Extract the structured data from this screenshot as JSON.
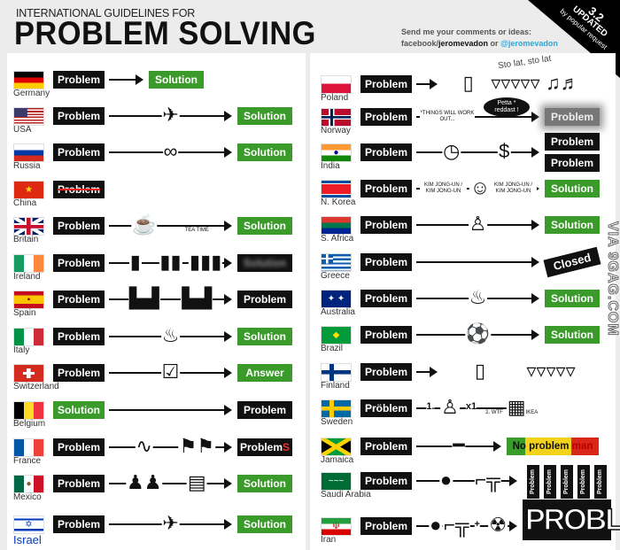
{
  "header": {
    "subtitle": "INTERNATIONAL GUIDELINES FOR",
    "title": "PROBLEM SOLVING",
    "contact_line1": "Send me your comments or ideas:",
    "contact_facebook_prefix": "facebook/",
    "contact_facebook_handle": "jeromevadon",
    "contact_or": " or ",
    "contact_twitter": "@jeromevadon",
    "version": "3.2",
    "updated": "UPDATED",
    "by_request": "by popular request"
  },
  "watermark": "VIA 9GAG.COM",
  "colors": {
    "solution_green": "#3a9a2a",
    "problem_black": "#111111",
    "twitter_blue": "#2aa7d6"
  },
  "left_rows": [
    {
      "country": "Germany",
      "flag": "germany",
      "input": {
        "label": "Problem",
        "style": "black"
      },
      "middle": [],
      "outputs": [
        {
          "label": "Solution",
          "style": "green"
        }
      ],
      "variant": "short"
    },
    {
      "country": "USA",
      "flag": "usa",
      "input": {
        "label": "Problem",
        "style": "black"
      },
      "middle": [
        {
          "icon": "drone-icon"
        }
      ],
      "outputs": [
        {
          "label": "Solution",
          "style": "green"
        }
      ]
    },
    {
      "country": "Russia",
      "flag": "russia",
      "input": {
        "label": "Problem",
        "style": "black"
      },
      "middle": [
        {
          "icon": "handcuffs-icon"
        }
      ],
      "outputs": [
        {
          "label": "Solution",
          "style": "green"
        }
      ]
    },
    {
      "country": "China",
      "flag": "china",
      "input": {
        "label": "Problem",
        "style": "black"
      },
      "middle": [],
      "outputs": [],
      "variant": "censored"
    },
    {
      "country": "Britain",
      "flag": "britain",
      "input": {
        "label": "Problem",
        "style": "black"
      },
      "middle": [
        {
          "icon": "tea-cup-icon"
        },
        {
          "text": "TEA TIME"
        }
      ],
      "outputs": [
        {
          "label": "Solution",
          "style": "green"
        }
      ]
    },
    {
      "country": "Ireland",
      "flag": "ireland",
      "input": {
        "label": "Problem",
        "style": "black"
      },
      "middle": [
        {
          "icon": "pint-icon"
        },
        {
          "icon": "two-pints-icon"
        },
        {
          "icon": "three-pints-icon"
        }
      ],
      "outputs": [
        {
          "label": "Solution",
          "style": "blurred"
        }
      ]
    },
    {
      "country": "Spain",
      "flag": "spain",
      "input": {
        "label": "Problem",
        "style": "black"
      },
      "middle": [
        {
          "icon": "sleeping-bed-icon"
        },
        {
          "icon": "sleeping-bed-icon"
        }
      ],
      "outputs": [
        {
          "label": "Problem",
          "style": "black"
        }
      ]
    },
    {
      "country": "Italy",
      "flag": "italy",
      "input": {
        "label": "Problem",
        "style": "black"
      },
      "middle": [
        {
          "icon": "spaghetti-icon"
        }
      ],
      "outputs": [
        {
          "label": "Solution",
          "style": "green"
        }
      ]
    },
    {
      "country": "Switzerland",
      "flag": "switzerland",
      "input": {
        "label": "Problem",
        "style": "black"
      },
      "middle": [
        {
          "icon": "ballot-box-icon"
        }
      ],
      "outputs": [
        {
          "label": "Answer",
          "style": "green"
        }
      ]
    },
    {
      "country": "Belgium",
      "flag": "belgium",
      "input": {
        "label": "Solution",
        "style": "green"
      },
      "middle": [],
      "outputs": [
        {
          "label": "Problem",
          "style": "black"
        }
      ]
    },
    {
      "country": "France",
      "flag": "france",
      "input": {
        "label": "Problem",
        "style": "black"
      },
      "middle": [
        {
          "icon": "tangle-icon"
        },
        {
          "icon": "protest-crowd-icon"
        }
      ],
      "outputs": [
        {
          "label": "Problem",
          "suffix": "S",
          "style": "black"
        }
      ]
    },
    {
      "country": "Mexico",
      "flag": "mexico",
      "input": {
        "label": "Problem",
        "style": "black"
      },
      "middle": [
        {
          "icon": "running-people-icon"
        },
        {
          "icon": "usa-flag-icon"
        }
      ],
      "outputs": [
        {
          "label": "Solution",
          "style": "green"
        }
      ]
    },
    {
      "country": "Israel",
      "flag": "israel",
      "input": {
        "label": "Problem",
        "style": "black"
      },
      "middle": [
        {
          "icon": "fighter-jet-icon"
        }
      ],
      "outputs": [
        {
          "label": "Solution",
          "style": "green"
        }
      ],
      "variant": "big-name"
    }
  ],
  "right_rows": [
    {
      "country": "Poland",
      "flag": "poland",
      "input": {
        "label": "Problem",
        "style": "black"
      },
      "middle": [
        {
          "icon": "vodka-bottle-icon"
        },
        {
          "icon": "shot-glasses-icon"
        },
        {
          "icon": "music-notes-icon"
        }
      ],
      "song": "Sto lat, sto lat",
      "outputs": [],
      "variant": "open"
    },
    {
      "country": "Norway",
      "flag": "norway",
      "input": {
        "label": "Problem",
        "style": "black"
      },
      "middle": [
        {
          "text": "*THINGS WILL WORK OUT..."
        },
        {
          "bubble": "Petta * reddast !"
        }
      ],
      "outputs": [
        {
          "label": "Problem",
          "style": "gray"
        }
      ]
    },
    {
      "country": "India",
      "flag": "india",
      "input": {
        "label": "Problem",
        "style": "black"
      },
      "middle": [
        {
          "icon": "alarm-clock-icon"
        },
        {
          "icon": "dollar-icon"
        }
      ],
      "outputs": [
        {
          "label": "Problem",
          "style": "black"
        },
        {
          "label": "Problem",
          "style": "black"
        }
      ]
    },
    {
      "country": "N. Korea",
      "flag": "nkorea",
      "input": {
        "label": "Problem",
        "style": "black"
      },
      "middle": [
        {
          "text": "KIM JONG-UN / KIM JONG-UN"
        },
        {
          "icon": "kim-jong-un-face-icon"
        },
        {
          "text": "KIM JONG-UN / KIM JONG-UN"
        }
      ],
      "outputs": [
        {
          "label": "Solution",
          "style": "green"
        }
      ]
    },
    {
      "country": "S. Africa",
      "flag": "safrica",
      "input": {
        "label": "Problem",
        "style": "black"
      },
      "middle": [
        {
          "icon": "rugby-player-icon"
        }
      ],
      "outputs": [
        {
          "label": "Solution",
          "style": "green"
        }
      ]
    },
    {
      "country": "Greece",
      "flag": "greece",
      "input": {
        "label": "Problem",
        "style": "black"
      },
      "middle": [],
      "outputs": [
        {
          "label": "Closed",
          "style": "closed"
        }
      ]
    },
    {
      "country": "Australia",
      "flag": "australia",
      "input": {
        "label": "Problem",
        "style": "black"
      },
      "middle": [
        {
          "icon": "barbecue-icon"
        }
      ],
      "outputs": [
        {
          "label": "Solution",
          "style": "green"
        }
      ]
    },
    {
      "country": "Brazil",
      "flag": "brazil",
      "input": {
        "label": "Problem",
        "style": "black"
      },
      "middle": [
        {
          "icon": "football-player-icon"
        }
      ],
      "outputs": [
        {
          "label": "Solution",
          "style": "green"
        }
      ]
    },
    {
      "country": "Finland",
      "flag": "finland",
      "input": {
        "label": "Problem",
        "style": "black"
      },
      "middle": [
        {
          "icon": "vodka-bottle-icon"
        },
        {
          "icon": "shot-glasses-icon"
        }
      ],
      "outputs": [],
      "variant": "open"
    },
    {
      "country": "Sweden",
      "flag": "sweden",
      "input": {
        "label": "Pröblem",
        "style": "black"
      },
      "middle": [
        {
          "text": "1."
        },
        {
          "icon": "instruction-figure-icon"
        },
        {
          "text": "x1"
        },
        {
          "text": "2. WTF"
        },
        {
          "icon": "ikea-store-icon",
          "text": "IKEA"
        }
      ],
      "outputs": []
    },
    {
      "country": "Jamaica",
      "flag": "jamaica",
      "input": {
        "label": "Problem",
        "style": "black"
      },
      "middle": [
        {
          "icon": "joint-icon"
        }
      ],
      "outputs": [
        {
          "label": "No problem ",
          "suffix": "man",
          "style": "rasta"
        }
      ]
    },
    {
      "country": "Saudi Arabia",
      "flag": "saudi",
      "input": {
        "label": "Problem",
        "style": "black"
      },
      "middle": [
        {
          "icon": "bomb-icon"
        },
        {
          "icon": "rifle-icon"
        }
      ],
      "outputs": [
        {
          "label": "Problem",
          "style": "stack"
        },
        {
          "label": "Problem",
          "style": "stack"
        },
        {
          "label": "Problem",
          "style": "stack"
        },
        {
          "label": "Problem",
          "style": "stack"
        },
        {
          "label": "Problem",
          "style": "stack"
        }
      ]
    },
    {
      "country": "Iran",
      "flag": "iran",
      "input": {
        "label": "Problem",
        "style": "black"
      },
      "middle": [
        {
          "icon": "bomb-icon"
        },
        {
          "icon": "rifle-icon"
        },
        {
          "text": "+"
        },
        {
          "icon": "radiation-icon"
        }
      ],
      "outputs": [
        {
          "label": "PROBLEM",
          "style": "big"
        }
      ]
    }
  ]
}
